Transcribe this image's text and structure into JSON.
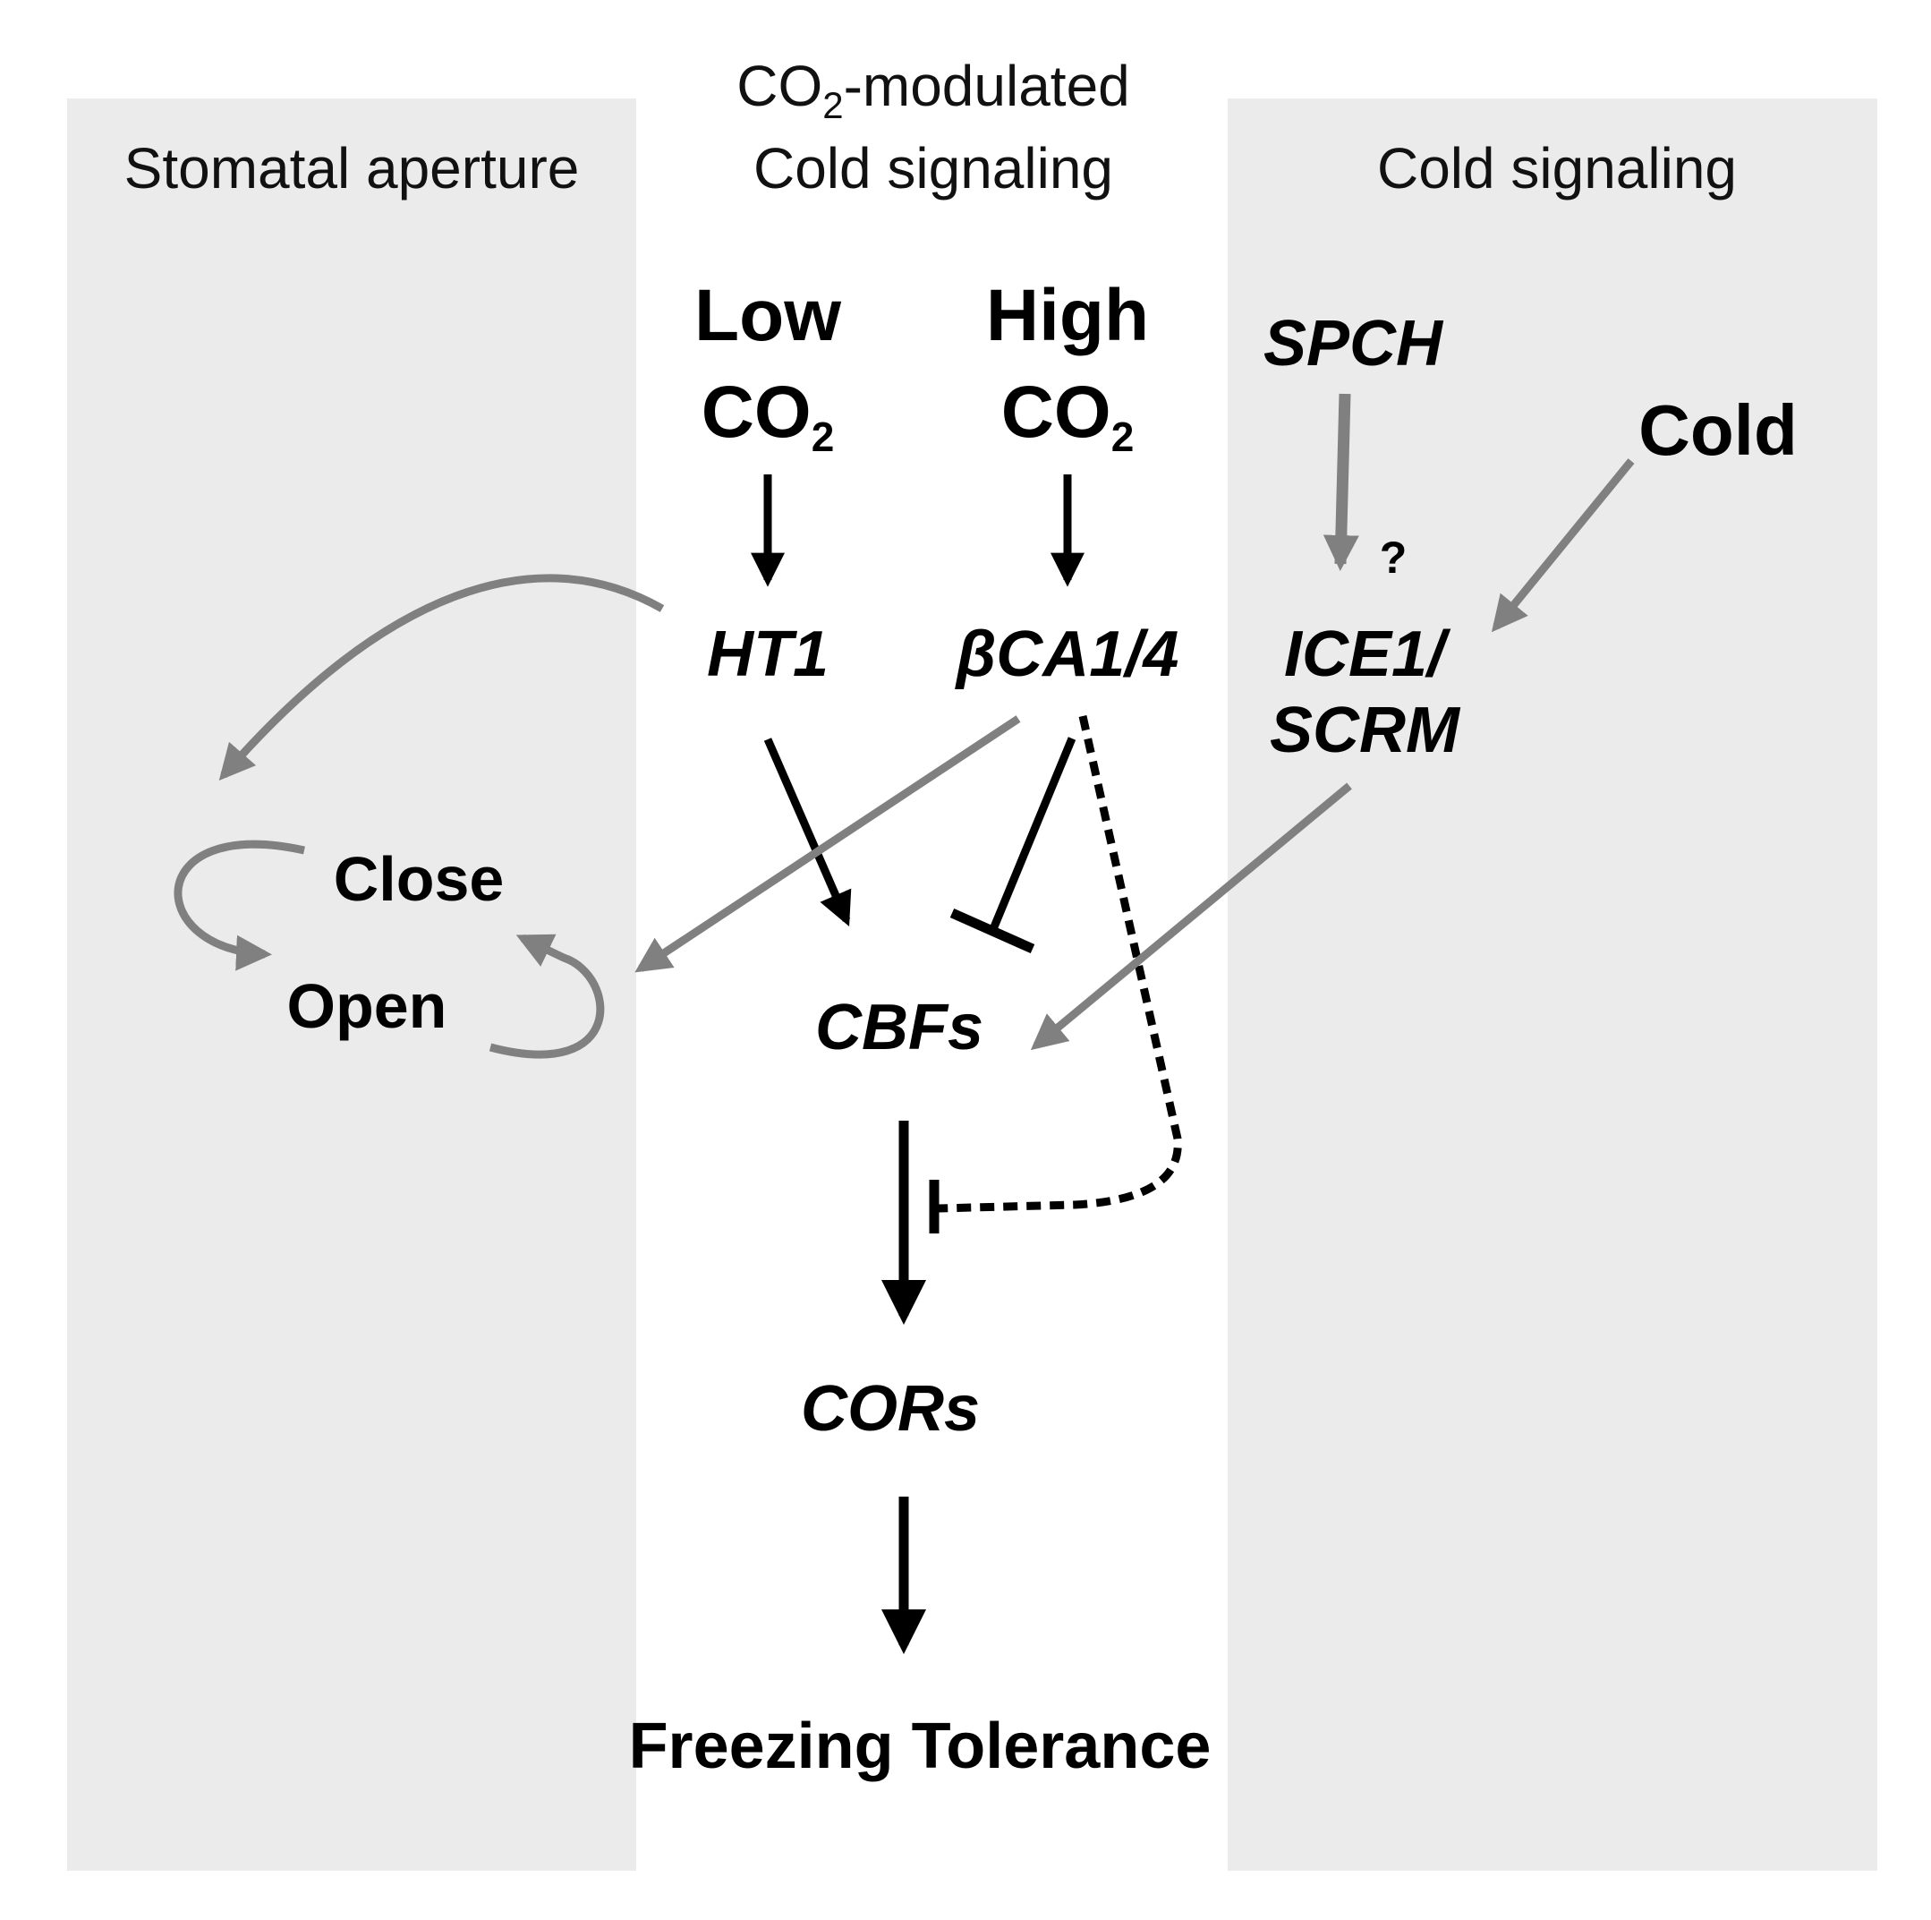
{
  "panels": {
    "left": {
      "label": "Stomatal aperture"
    },
    "middle": {
      "label_line1_main": "CO",
      "label_line1_sub": "2",
      "label_line1_rest": "-modulated",
      "label_line2": "Cold signaling"
    },
    "right": {
      "label": "Cold signaling"
    }
  },
  "nodes": {
    "low_co2": {
      "line1": "Low",
      "line2_main": "CO",
      "line2_sub": "2"
    },
    "high_co2": {
      "line1": "High",
      "line2_main": "CO",
      "line2_sub": "2"
    },
    "ht1": "HT1",
    "bca": "βCA1/4",
    "spch": "SPCH",
    "cold": "Cold",
    "question": "?",
    "ice1": {
      "line1": "ICE1/",
      "line2": "SCRM"
    },
    "close": "Close",
    "open": "Open",
    "cbfs": "CBFs",
    "cors": "CORs",
    "freezing": "Freezing Tolerance"
  },
  "colors": {
    "panel_bg": "#ebebeb",
    "black_arrow": "#000000",
    "gray_arrow": "#808080"
  }
}
